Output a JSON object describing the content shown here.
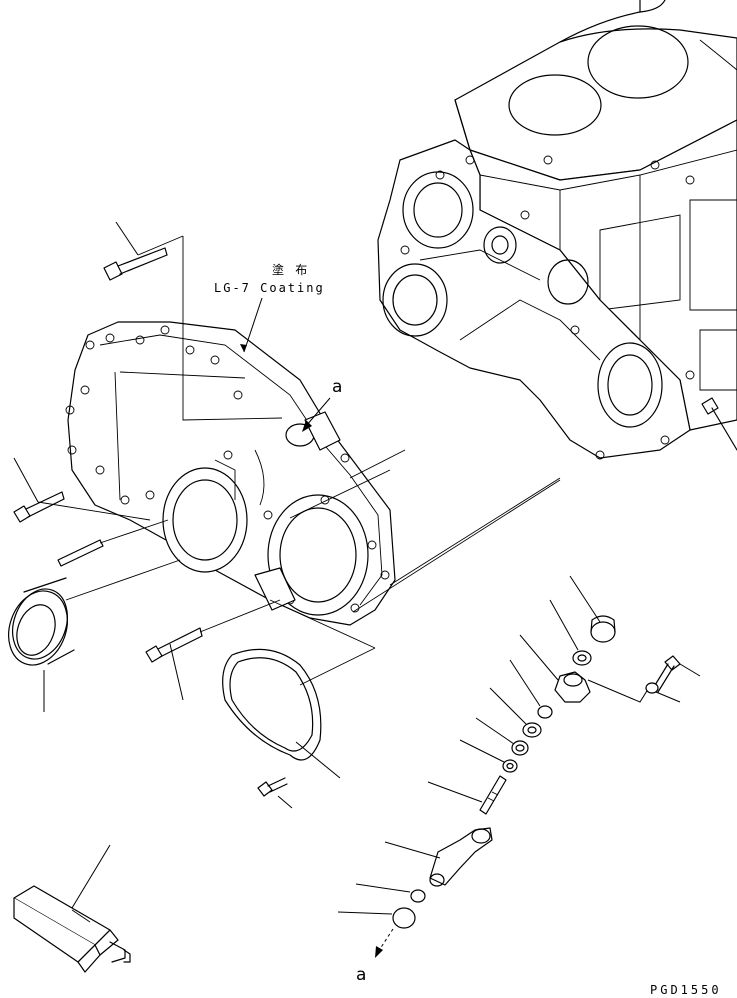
{
  "annotations": {
    "coating_jp": "塗 布",
    "coating_en": "LG-7 Coating",
    "ref_a_top": "a",
    "ref_a_bottom": "a"
  },
  "drawing_code": "PGD1550"
}
